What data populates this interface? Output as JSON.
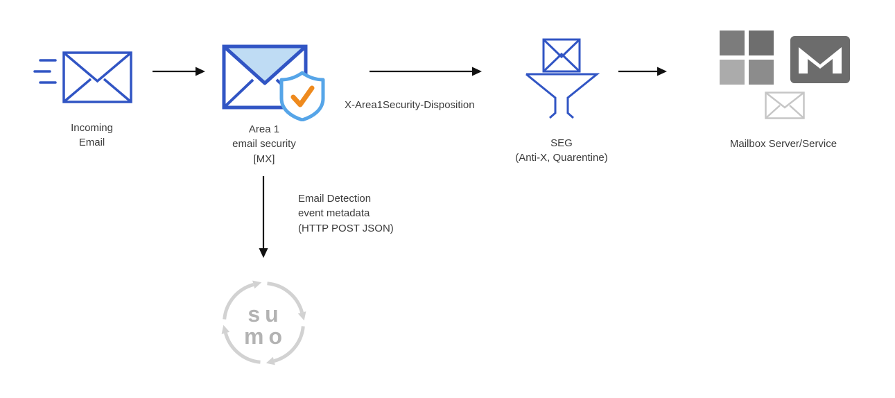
{
  "nodes": {
    "incoming": {
      "label": [
        "Incoming",
        "Email"
      ]
    },
    "area1": {
      "label": [
        "Area 1",
        "email security",
        "[MX]"
      ]
    },
    "seg": {
      "label": [
        "SEG",
        "(Anti-X, Quarentine)"
      ]
    },
    "mailbox": {
      "label": "Mailbox Server/Service"
    },
    "sumo": {
      "line1": "su",
      "line2": "mo"
    }
  },
  "edges": {
    "disposition_label": "X-Area1Security-Disposition",
    "metadata_label": [
      "Email Detection",
      "event metadata",
      "(HTTP POST JSON)"
    ]
  },
  "icons": {
    "incoming_email": "incoming-email-envelope-icon",
    "area1": "area1-envelope-shield-check-icon",
    "seg": "seg-funnel-envelope-icon",
    "mailbox": [
      "microsoft-logo-icon",
      "gmail-icon",
      "envelope-outline-icon"
    ],
    "sumo": "sumo-logic-circular-arrows-icon"
  },
  "colors": {
    "blue": "#3155c4",
    "light_blue_fill": "#bfdcf4",
    "shield_blue": "#56a5e8",
    "check_orange": "#ee8a1e",
    "arrow_black": "#111111",
    "text_dark": "#3b3b3b",
    "logo_gray_light": "#d2d2d2",
    "logo_gray_text": "#b3b3b3",
    "ms_gray_tl": "#7c7c7c",
    "ms_gray_tr": "#6e6e6e",
    "ms_gray_bl": "#ababab",
    "ms_gray_br": "#8c8c8c",
    "gmail_gray": "#6c6c6c",
    "envelope_light_gray": "#c6c6c6"
  }
}
